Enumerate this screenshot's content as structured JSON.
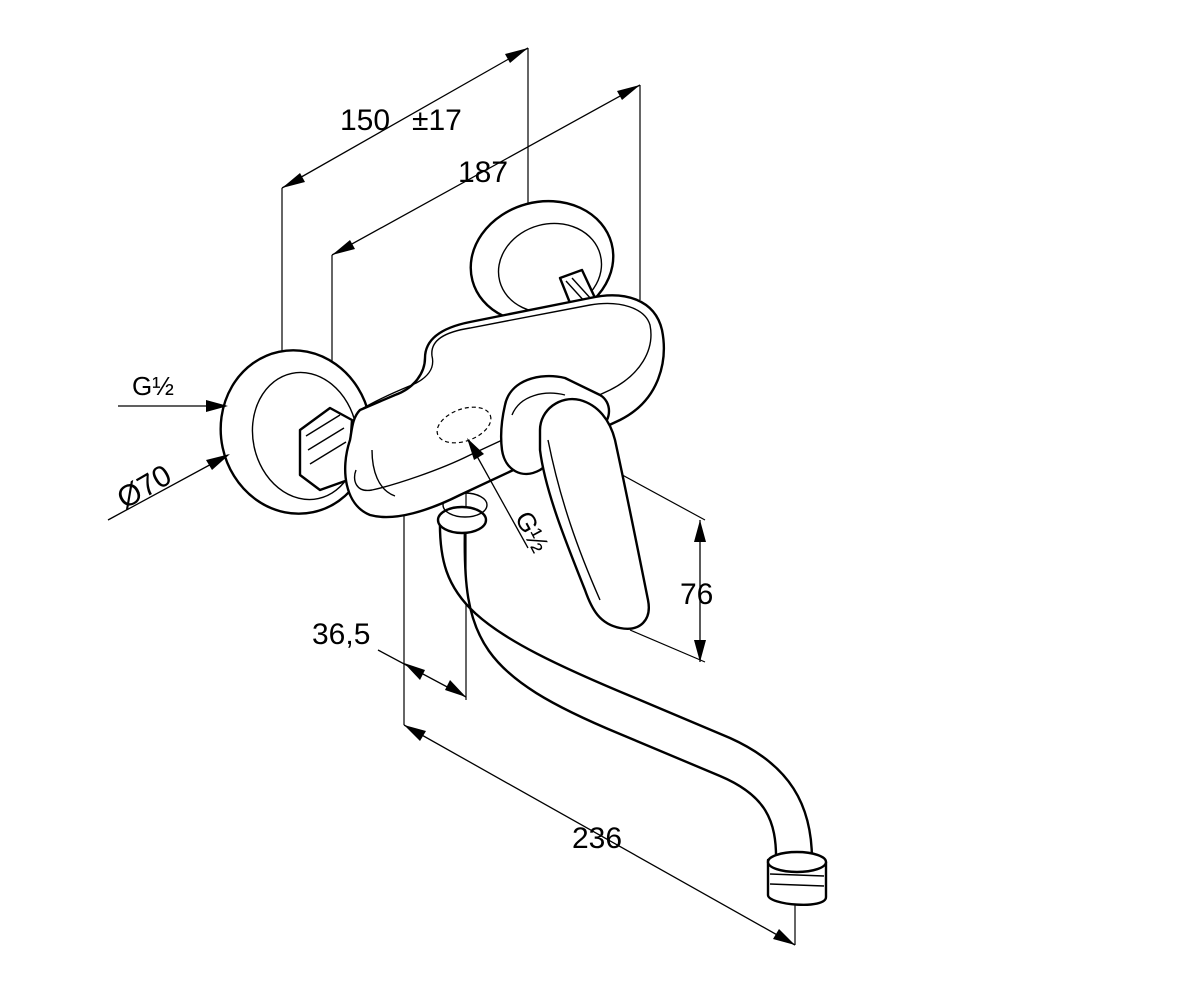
{
  "dimensions": {
    "width_centres": "150",
    "tolerance": "±17",
    "depth_overall": "187",
    "thread_inlet": "G½",
    "rosette_diameter": "Ø70",
    "thread_outlet": "G½",
    "handle_height": "76",
    "outlet_offset": "36,5",
    "spout_reach": "236"
  }
}
